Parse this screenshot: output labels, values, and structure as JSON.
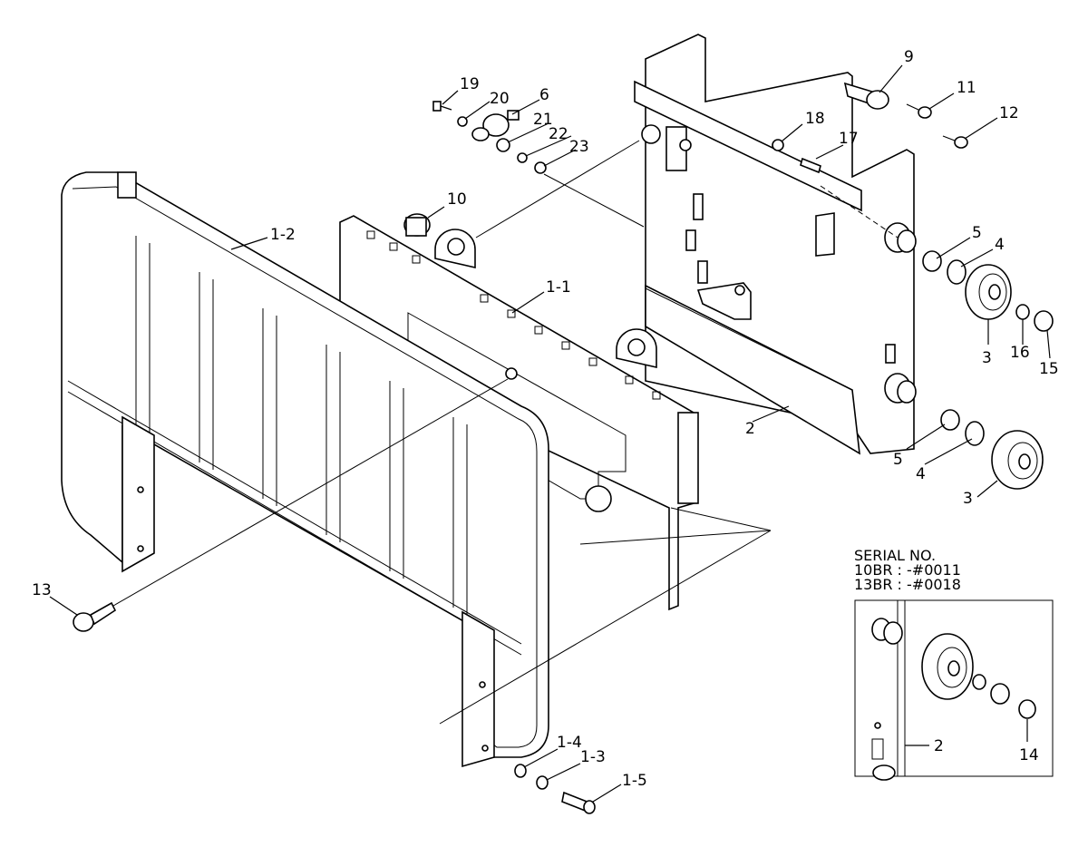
{
  "serial": {
    "title": "SERIAL NO.",
    "line1": "10BR : -#0011",
    "line2": "13BR : -#0018"
  },
  "callouts": {
    "c19": "19",
    "c20": "20",
    "c6": "6",
    "c21": "21",
    "c22": "22",
    "c23": "23",
    "c9": "9",
    "c11": "11",
    "c12": "12",
    "c18": "18",
    "c17": "17",
    "c10": "10",
    "c1_2": "1-2",
    "c1_1": "1-1",
    "c5a": "5",
    "c4a": "4",
    "c3a": "3",
    "c16": "16",
    "c15": "15",
    "c2": "2",
    "c5b": "5",
    "c4b": "4",
    "c3b": "3",
    "c13": "13",
    "c1_4": "1-4",
    "c1_3": "1-3",
    "c1_5": "1-5",
    "c2_inset": "2",
    "c14": "14"
  }
}
